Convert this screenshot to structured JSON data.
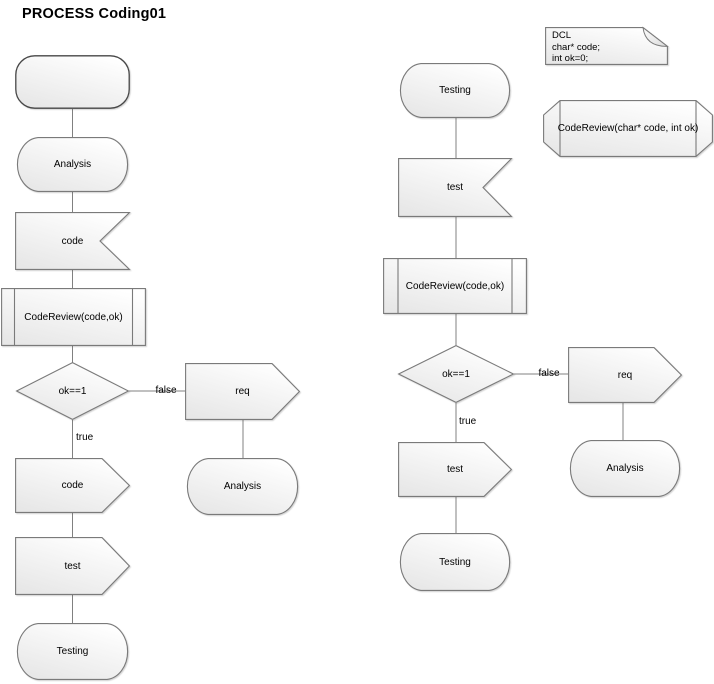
{
  "title": "PROCESS Coding01",
  "colors": {
    "shape_border": "#7a7a7a",
    "start_border": "#474747",
    "connector": "#808080",
    "fill_top": "#ffffff",
    "fill_bottom": "#e6e6e6",
    "text": "#000000"
  },
  "left_flow": {
    "analysis_state": "Analysis",
    "code_receive": "code",
    "procedure_call": "CodeReview(code,ok)",
    "decision": "ok==1",
    "false_label": "false",
    "true_label": "true",
    "req_send": "req",
    "analysis_state_2": "Analysis",
    "code_send": "code",
    "test_send": "test",
    "testing_state": "Testing"
  },
  "right_flow": {
    "testing_state_top": "Testing",
    "test_receive": "test",
    "procedure_call": "CodeReview(code,ok)",
    "decision": "ok==1",
    "false_label": "false",
    "true_label": "true",
    "req_send": "req",
    "analysis_state": "Analysis",
    "test_send": "test",
    "testing_state_bottom": "Testing"
  },
  "declarations": {
    "dcl_note": {
      "line1": "DCL",
      "line2": "char* code;",
      "line3": "int ok=0;"
    },
    "procedure": "CodeReview(char* code, int ok)"
  }
}
